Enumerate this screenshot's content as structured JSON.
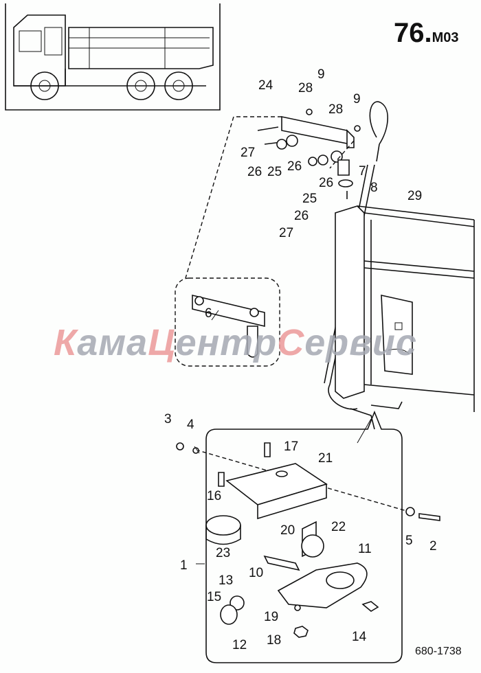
{
  "header": {
    "number": "76.",
    "suffix": "M03"
  },
  "drawing_code": "680-1738",
  "watermark": {
    "p1": "К",
    "p2": "ама",
    "p3": "Ц",
    "p4": "ентр",
    "p5": "С",
    "p6": "ервис"
  },
  "callouts": {
    "c24": "24",
    "c28a": "28",
    "c9a": "9",
    "c9b": "9",
    "c28b": "28",
    "c27a": "27",
    "c26a": "26",
    "c25a": "25",
    "c26b": "26",
    "c26c": "26",
    "c25b": "25",
    "c7": "7",
    "c8": "8",
    "c29": "29",
    "c26d": "26",
    "c27b": "27",
    "c6": "6",
    "c3": "3",
    "c4": "4",
    "c17": "17",
    "c21": "21",
    "c16": "16",
    "c5": "5",
    "c2": "2",
    "c20": "20",
    "c22": "22",
    "c23": "23",
    "c11": "11",
    "c1": "1",
    "c10": "10",
    "c13": "13",
    "c15": "15",
    "c19": "19",
    "c14": "14",
    "c12": "12",
    "c18": "18"
  },
  "colors": {
    "watermark_red": "#ec9a9a",
    "watermark_gray": "#a5a9b3",
    "ink": "#111111"
  }
}
